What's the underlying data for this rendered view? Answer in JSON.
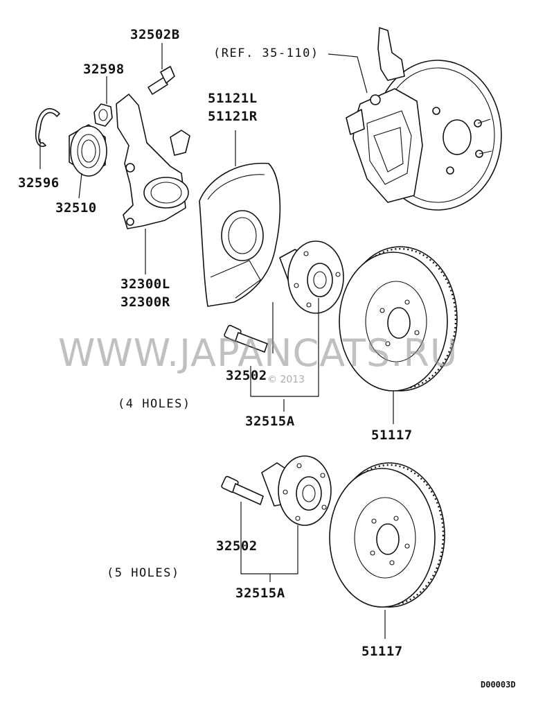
{
  "diagram": {
    "parts": {
      "bolt_top": "32502B",
      "nut": "32598",
      "snap_ring": "32596",
      "bearing": "32510",
      "knuckle_l": "32300L",
      "knuckle_r": "32300R",
      "cover_l": "51121L",
      "cover_r": "51121R",
      "hub_bolt_1": "32502",
      "hub_assy_1": "32515A",
      "disc_1": "51117",
      "hub_bolt_2": "32502",
      "hub_assy_2": "32515A",
      "disc_2": "51117"
    },
    "notes": {
      "ref": "(REF. 35-110)",
      "four_holes": "(4 HOLES)",
      "five_holes": "(5 HOLES)"
    },
    "watermark": "WWW.JAPANCATS.RU",
    "watermark_small": "© 2013",
    "code": "D00003D"
  }
}
